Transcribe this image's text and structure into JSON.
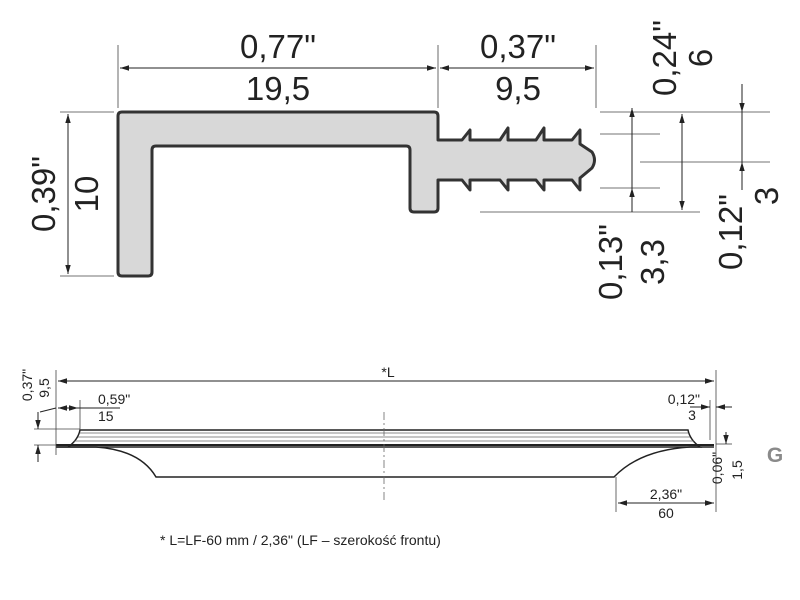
{
  "profile": {
    "width_in": "0,77\"",
    "width_mm": "19,5",
    "fin_in": "0,37\"",
    "fin_mm": "9,5",
    "height_in": "0,39\"",
    "height_mm": "10",
    "top_in": "0,24\"",
    "top_mm": "6",
    "fin_h_in": "0,13\"",
    "fin_h_mm": "3,3",
    "offset_in": "0,12\"",
    "offset_mm": "3"
  },
  "handle": {
    "length": "*L",
    "depth_in": "0,37\"",
    "depth_mm": "9,5",
    "radius_in": "0,59\"",
    "radius_mm": "15",
    "end_in": "0,12\"",
    "end_mm": "3",
    "thick_in": "0,06\"",
    "thick_mm": "1,5",
    "taper_in": "2,36\"",
    "taper_mm": "60",
    "variant": "G"
  },
  "footnote": "* L=LF-60 mm / 2,36\" (LF – szerokość frontu)",
  "colors": {
    "fill": "#d8d8d8",
    "stroke": "#333333",
    "variant": "#8a8a8a"
  }
}
